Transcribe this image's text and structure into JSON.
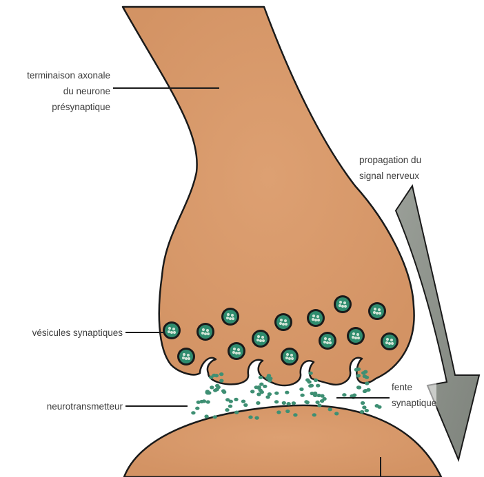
{
  "labels": {
    "axon_terminal": [
      "terminaison axonale",
      "du neurone",
      "présynaptique"
    ],
    "signal": [
      "propagation du",
      "signal nerveux"
    ],
    "vesicles": "vésicules synaptiques",
    "cleft": [
      "fente",
      "synaptique"
    ],
    "neurotransmitter": "neurotransmetteur"
  },
  "colors": {
    "neuron_fill": "#D99A6C",
    "outline": "#1a1a1a",
    "vesicle_fill": "#2F8C6E",
    "neurotransmitter_dots": "#3E8F73",
    "arrow_fill": "#8C918A"
  }
}
